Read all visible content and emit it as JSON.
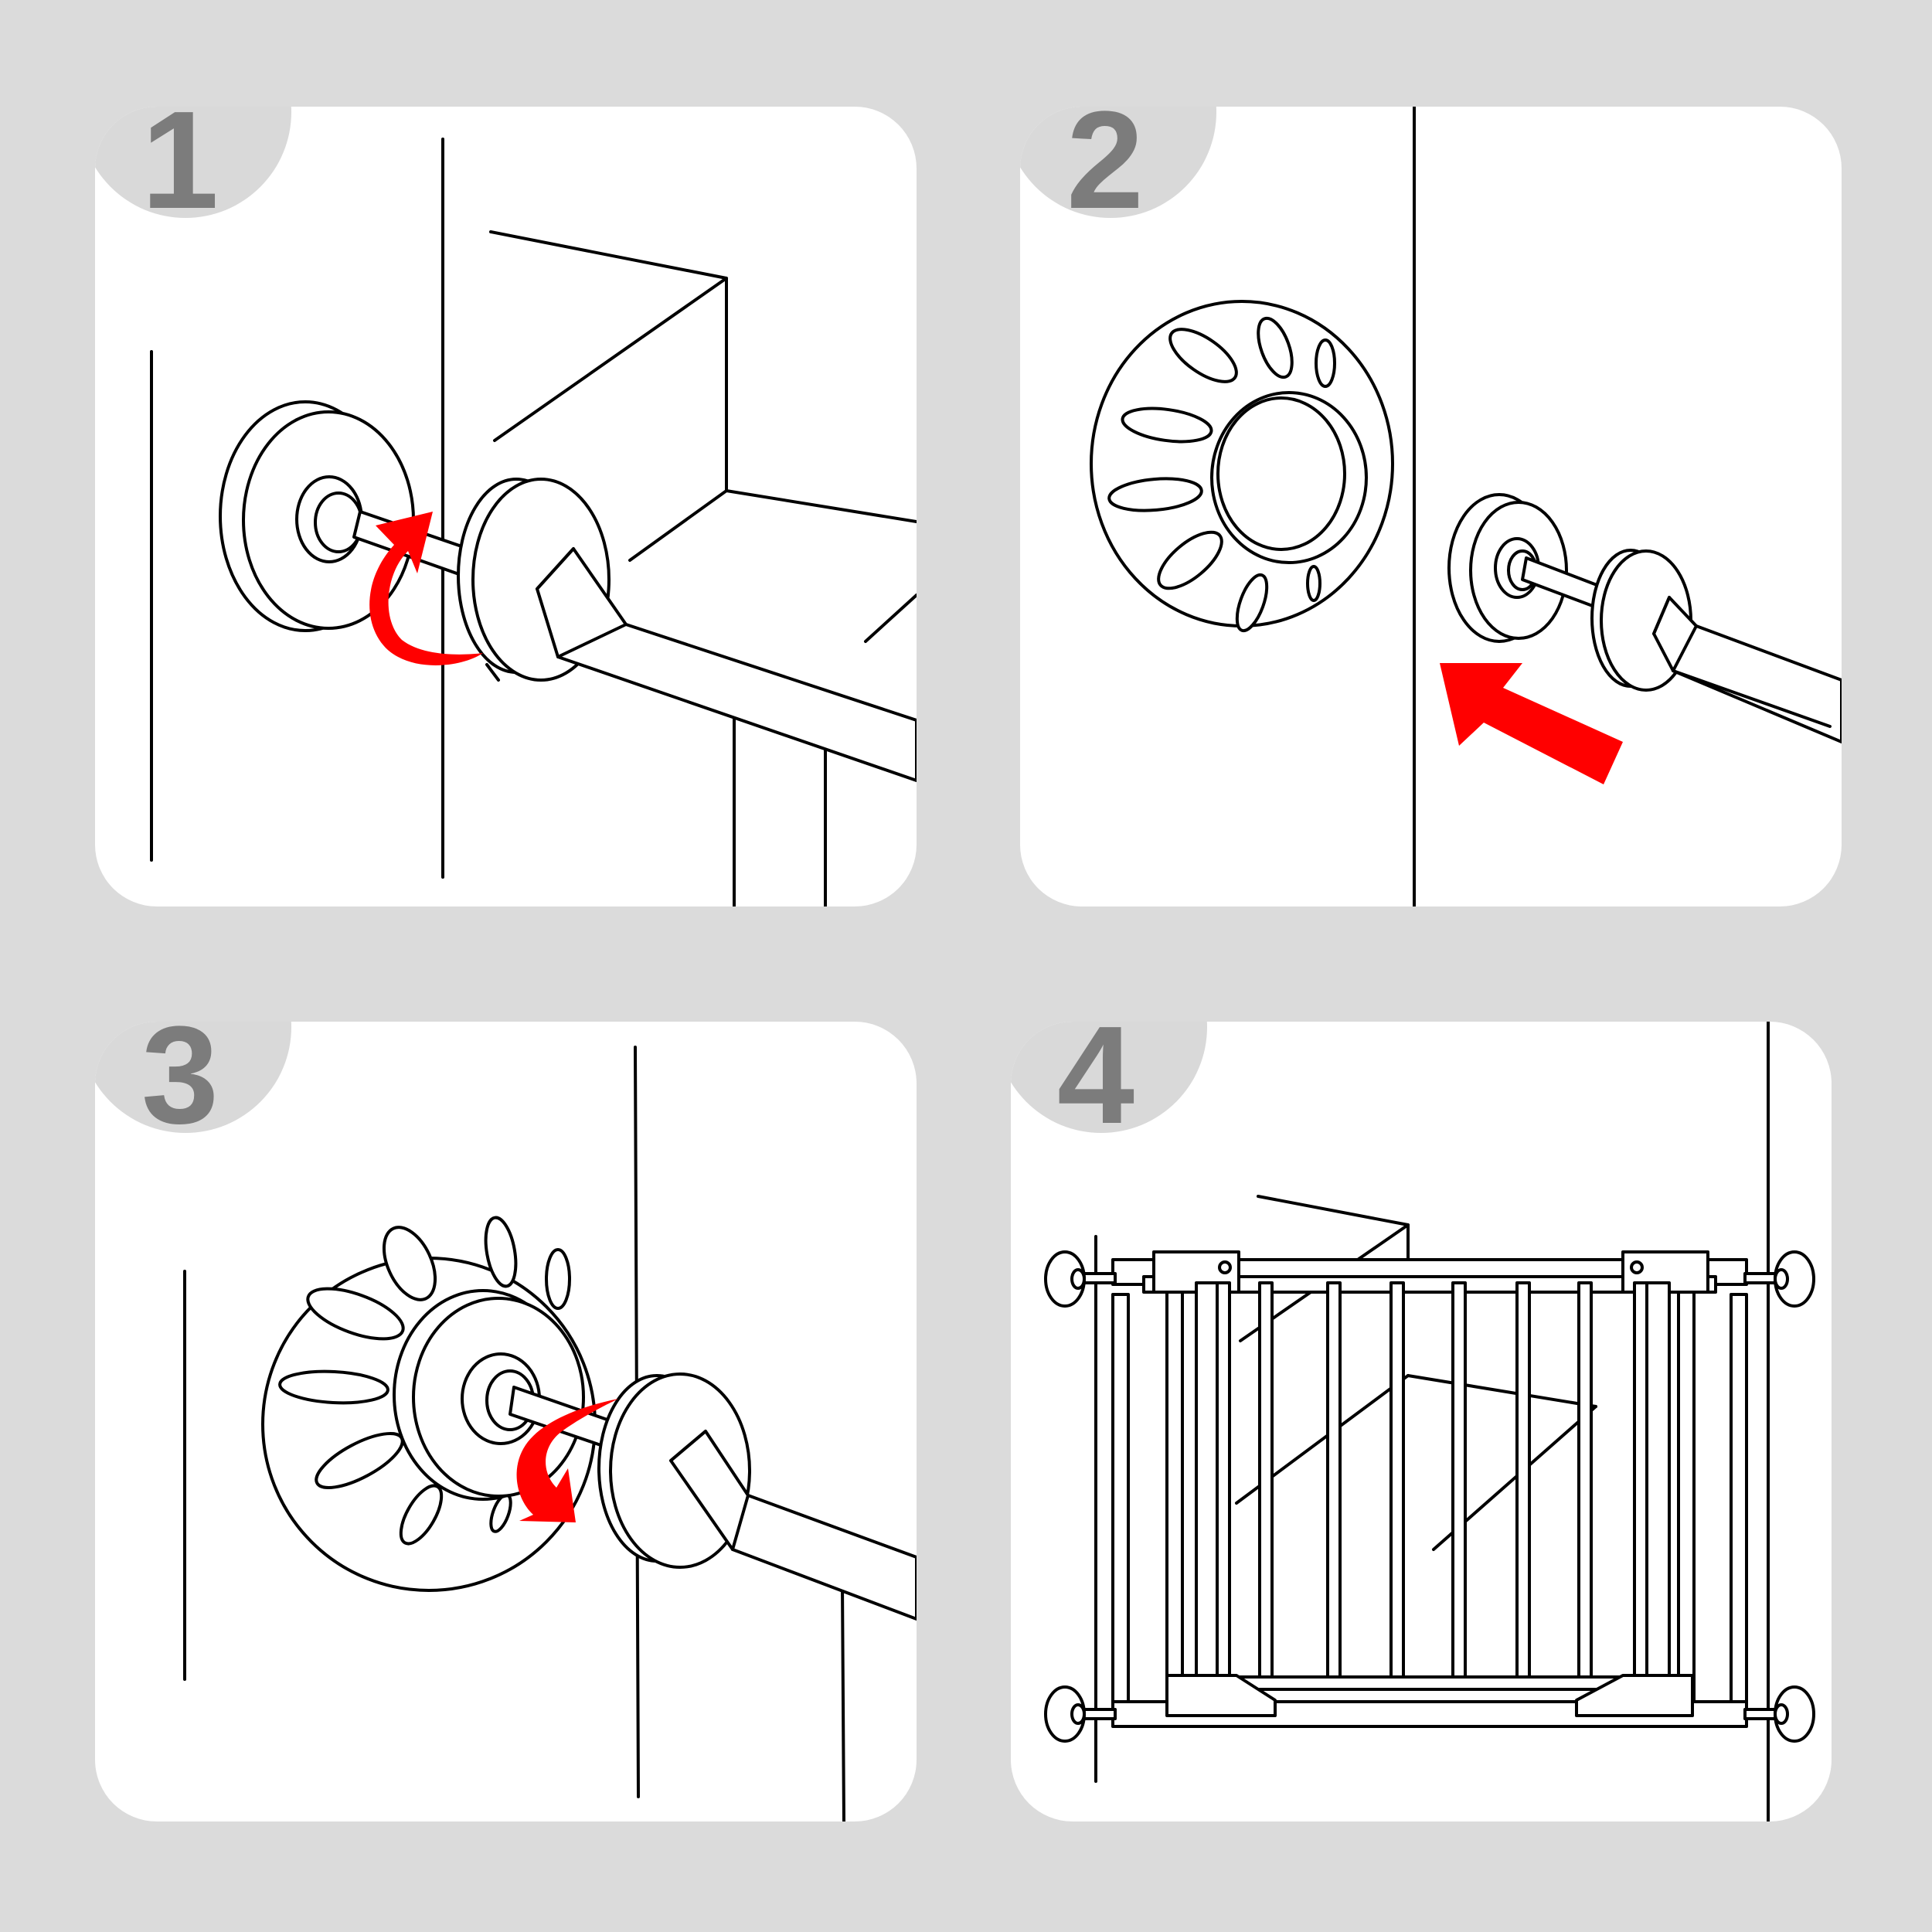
{
  "steps": [
    {
      "number": "1"
    },
    {
      "number": "2"
    },
    {
      "number": "3"
    },
    {
      "number": "4"
    }
  ],
  "colors": {
    "background": "#dbdbdb",
    "panel": "#ffffff",
    "badge": "#d9d9d9",
    "badge_text": "#7c7c7c",
    "arrow": "#ff0000",
    "line": "#000000"
  }
}
